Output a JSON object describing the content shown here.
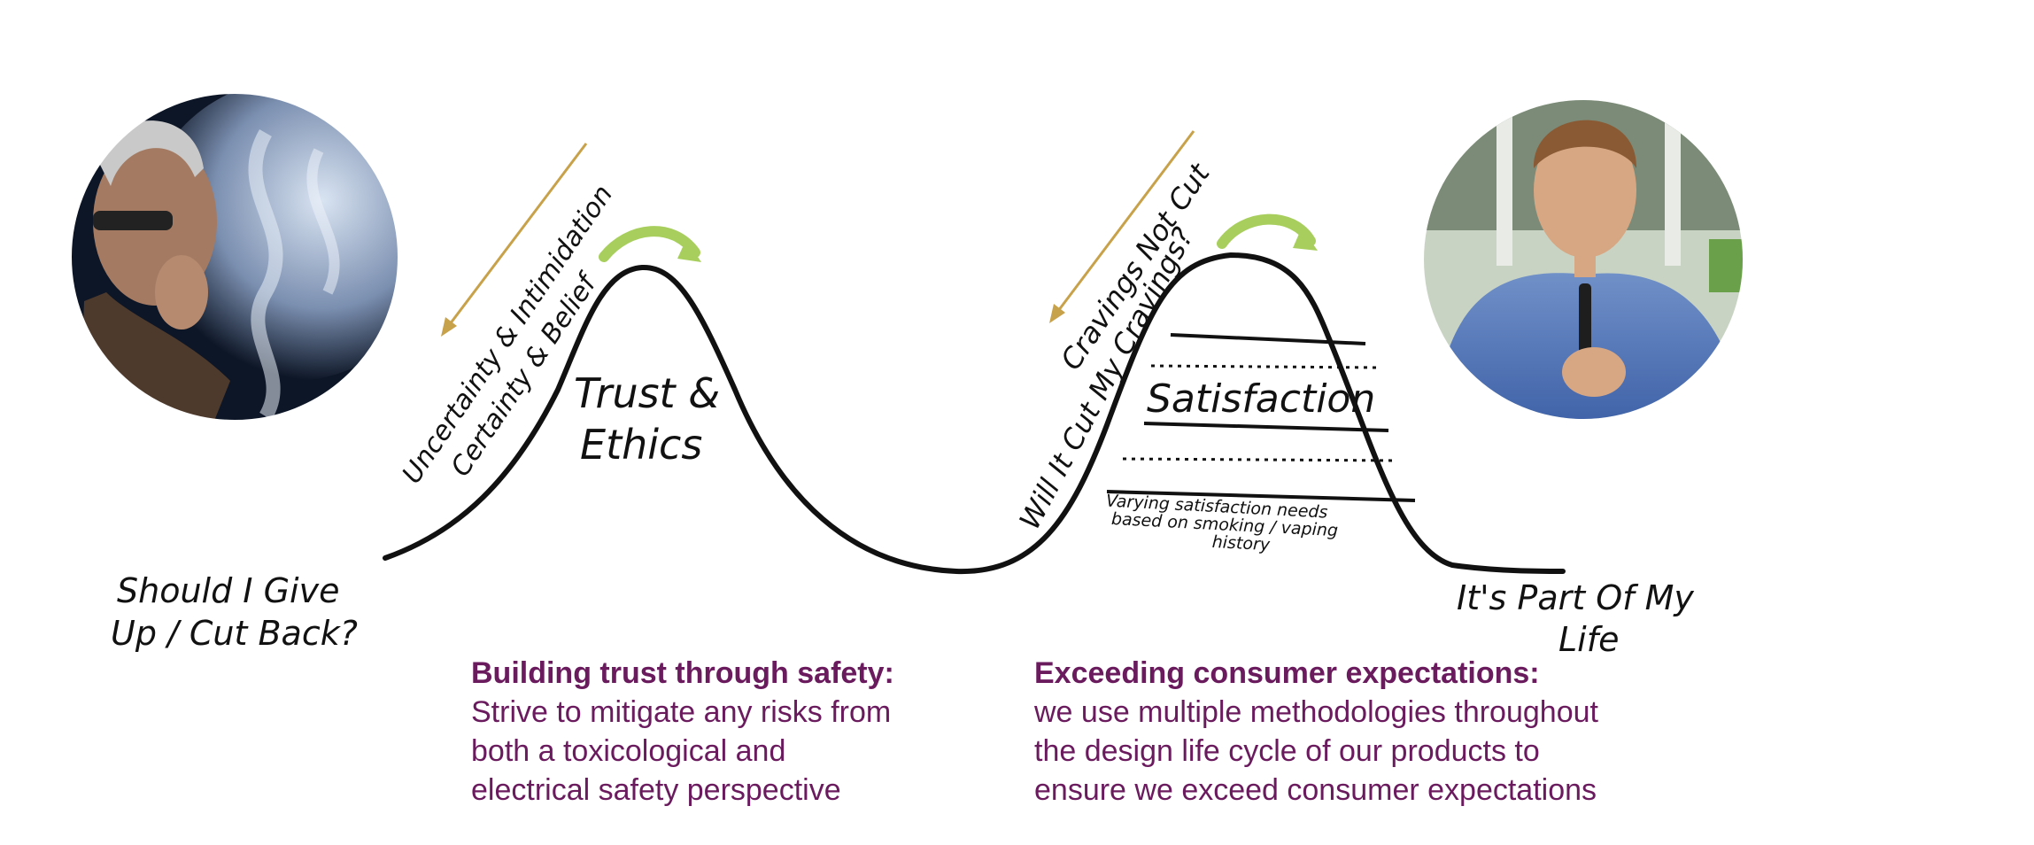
{
  "diagram": {
    "start_label": [
      "Should I Give",
      "Up / Cut Back?"
    ],
    "end_label": [
      "It's Part Of My",
      "Life"
    ],
    "hill1": {
      "title": [
        "Trust &",
        "Ethics"
      ],
      "barrier": "Uncertainty & Intimidation",
      "enabler": "Certainty & Belief"
    },
    "hill2": {
      "title": "Satisfaction",
      "barrier": "Cravings Not Cut",
      "enabler": "Will It Cut My Cravings?",
      "note": [
        "Varying satisfaction needs",
        "based on smoking / vaping",
        "history"
      ]
    }
  },
  "notes": {
    "trust": {
      "heading": "Building trust through safety:",
      "lines": [
        "Strive to mitigate any risks from",
        "both a toxicological and",
        "electrical safety perspective"
      ]
    },
    "satisfaction": {
      "heading": "Exceeding consumer expectations:",
      "lines": [
        "we use multiple methodologies throughout",
        "the design life cycle of our products to",
        "ensure we exceed consumer expectations"
      ]
    }
  },
  "colors": {
    "curve": "#111111",
    "barrier": "#c8a24a",
    "enabler": "#a8cf5e",
    "note_text": "#6a1b5e"
  }
}
